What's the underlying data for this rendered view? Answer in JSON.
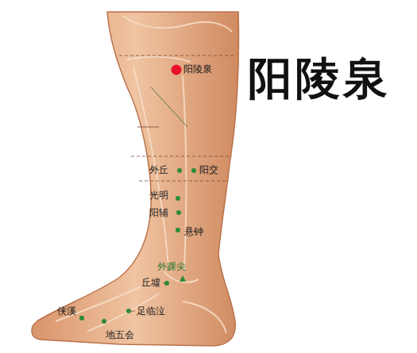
{
  "diagram": {
    "title": "阳陵泉",
    "labels": [
      "阳陵泉",
      "外丘",
      "阳交",
      "光明",
      "阳辅",
      "悬钟",
      "外踝尖",
      "丘墟",
      "足临泣",
      "侠溪",
      "地五会"
    ]
  }
}
